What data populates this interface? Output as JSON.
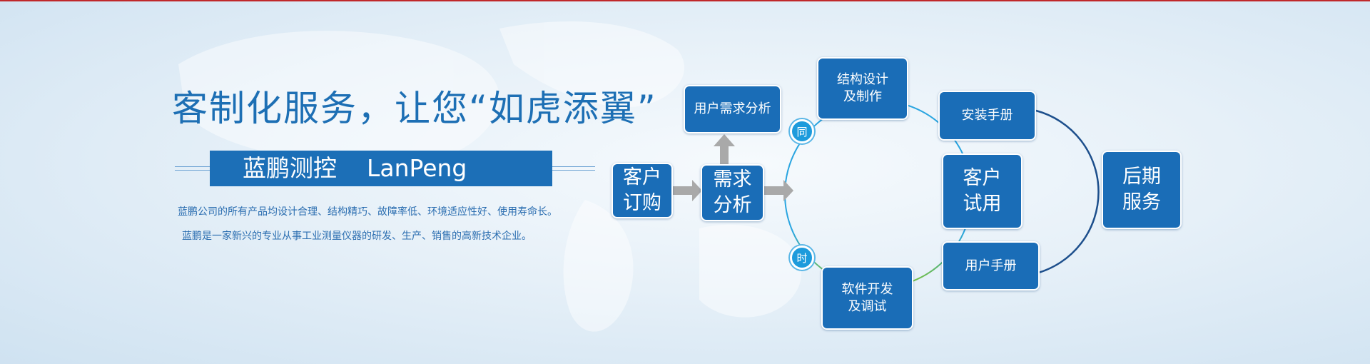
{
  "headline": "客制化服务，让您“如虎添翼”",
  "banner": "蓝鹏测控    LanPeng",
  "descriptions": [
    "蓝鹏公司的所有产品均设计合理、结构精巧、故障率低、环境适应性好、使用寿命长。",
    "蓝鹏是一家新兴的专业从事工业测量仪器的研发、生产、销售的高新技术企业。"
  ],
  "flow": {
    "order": [
      "客户",
      "订购"
    ],
    "analysis": [
      "需求",
      "分析"
    ],
    "user_needs": "用户需求分析",
    "structure": [
      "结构设计",
      "及制作"
    ],
    "software": [
      "软件开发",
      "及调试"
    ],
    "badge_top": "同",
    "badge_bottom": "时",
    "install_manual": "安装手册",
    "trial": [
      "客户",
      "试用"
    ],
    "user_manual": "用户手册",
    "after_service": [
      "后期",
      "服务"
    ]
  },
  "colors": {
    "primary": "#1a6db7",
    "title": "#1d6fb4",
    "top_line": "#c0282a"
  }
}
